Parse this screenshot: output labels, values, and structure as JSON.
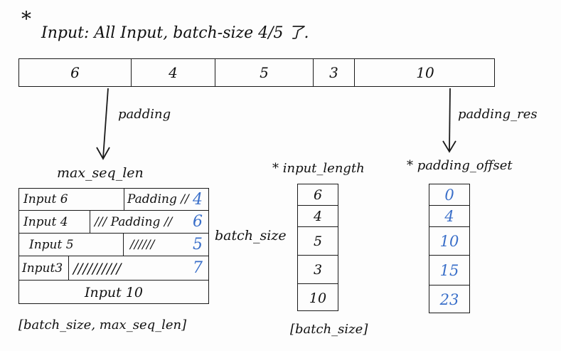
{
  "header": {
    "star": "*",
    "text": "Input: All Input, batch-size 4/5 了."
  },
  "top_array": {
    "cells": [
      "6",
      "4",
      "5",
      "3",
      "10"
    ]
  },
  "arrows": {
    "left_label": "padding",
    "right_label": "padding_res"
  },
  "matrix": {
    "title": "max_seq_len",
    "rows": [
      {
        "input": "Input 6",
        "pad": "Padding //",
        "idx": "4"
      },
      {
        "input": "Input 4",
        "pad": "/// Padding //",
        "idx": "6"
      },
      {
        "input": "Input 5",
        "pad": "//////",
        "idx": "5"
      },
      {
        "input": "Input3",
        "pad": "//////////",
        "idx": "7"
      },
      {
        "input": "Input 10",
        "pad": "",
        "idx": ""
      }
    ],
    "side_label": "batch_size",
    "shape_label": "[batch_size, max_seq_len]"
  },
  "input_length": {
    "title": "* input_length",
    "values": [
      "6",
      "4",
      "5",
      "3",
      "10"
    ],
    "shape_label": "[batch_size]"
  },
  "padding_offset": {
    "title": "* padding_offset",
    "values": [
      "0",
      "4",
      "10",
      "15",
      "23"
    ]
  },
  "colors": {
    "ink": "#111111",
    "accent_blue": "#3a6fc9"
  }
}
